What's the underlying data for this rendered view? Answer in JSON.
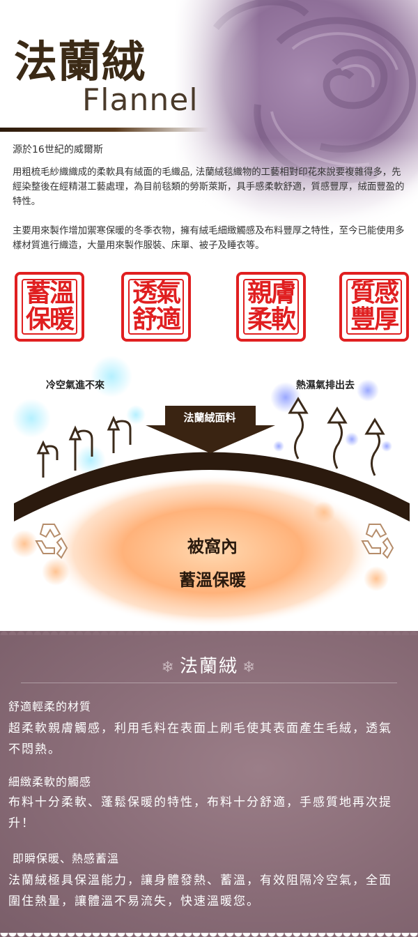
{
  "header": {
    "title_zh": "法蘭絨",
    "title_en": "Flannel"
  },
  "intro": {
    "subtitle": "源於16世紀的威爾斯",
    "paragraph1": "用粗梳毛紗織織成的柔軟具有絨面的毛織品, 法蘭絨毯織物的工藝相對印花來說要複雜得多，先經染整後在經精湛工藝處理，為目前毯類的勞斯萊斯，具手感柔軟舒適，質感豐厚，絨面豐盈的特性。",
    "paragraph2": "主要用來製作增加禦寒保暖的冬季衣物，擁有絨毛細緻觸感及布料豐厚之特性，至今已能使用多樣材質進行織造，大量用來製作服裝、床單、被子及睡衣等。"
  },
  "stamps": [
    {
      "line1": "蓄溫",
      "line2": "保暖"
    },
    {
      "line1": "透氣",
      "line2": "舒適"
    },
    {
      "line1": "親膚",
      "line2": "柔軟"
    },
    {
      "line1": "質感",
      "line2": "豐厚"
    }
  ],
  "diagram": {
    "cold_label": "冷空氣進不來",
    "hot_label": "熱濕氣排出去",
    "fabric_label": "法蘭絨面料",
    "warm_line1": "被窩內",
    "warm_line2": "蓄溫保暖"
  },
  "features": {
    "title": "法蘭絨",
    "items": [
      {
        "heading": "舒適輕柔的材質",
        "text": "超柔軟親膚觸感，利用毛料在表面上刷毛使其表面產生毛絨，透氣不悶熱。"
      },
      {
        "heading": "細緻柔軟的觸感",
        "text": "布料十分柔軟、蓬鬆保暖的特性，布料十分舒適，手感質地再次提升！"
      },
      {
        "heading": "即瞬保暖、熱感蓄溫",
        "text": "法蘭絨極具保溫能力，讓身體發熱、蓄溫，有效阻隔冷空氣，全面圍住熱量，讓體溫不易流失，快速溫暖您。"
      }
    ]
  },
  "colors": {
    "stamp_red": "#e01f20",
    "title_brown": "#3b2a16",
    "panel_mauve": "#8a6d78"
  }
}
